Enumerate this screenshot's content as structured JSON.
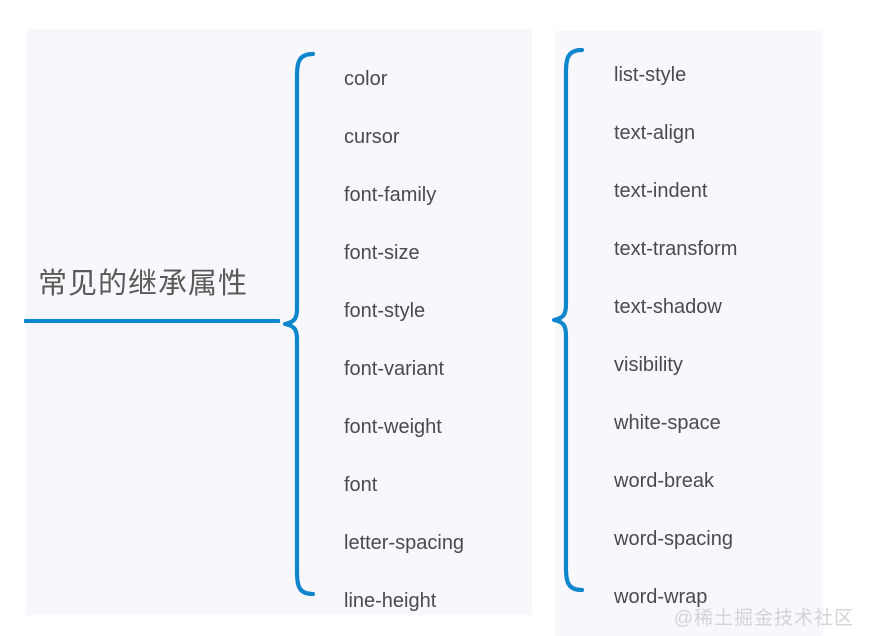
{
  "diagram": {
    "type": "mindmap-bracket",
    "root": {
      "label": "常见的继承属性"
    },
    "branches": [
      {
        "id": "column-1",
        "items": [
          "color",
          "cursor",
          "font-family",
          "font-size",
          "font-style",
          "font-variant",
          "font-weight",
          "font",
          "letter-spacing",
          "line-height"
        ]
      },
      {
        "id": "column-2",
        "items": [
          "list-style",
          "text-align",
          "text-indent",
          "text-transform",
          "text-shadow",
          "visibility",
          "white-space",
          "word-break",
          "word-spacing",
          "word-wrap"
        ]
      }
    ]
  },
  "watermark": {
    "text": "@稀土掘金技术社区"
  },
  "colors": {
    "accent_blue": "#0e86cd",
    "panel_background": "#f8f7fc",
    "page_background": "#ffffff",
    "root_text": "#5a5a5a",
    "item_text": "#4a4a4f",
    "watermark_text": "#d3d3d8"
  }
}
